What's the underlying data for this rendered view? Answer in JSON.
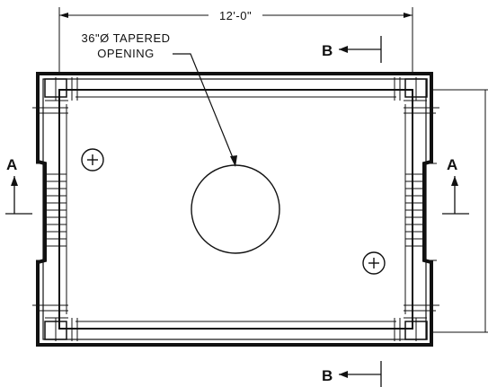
{
  "dimension": {
    "width_label": "12'-0\""
  },
  "callout": {
    "line1": "36\"Ø TAPERED",
    "line2": "OPENING"
  },
  "sections": {
    "a_left": "A",
    "a_right": "A",
    "b_top": "B",
    "b_bottom": "B"
  },
  "colors": {
    "line": "#111111",
    "background": "#ffffff"
  }
}
